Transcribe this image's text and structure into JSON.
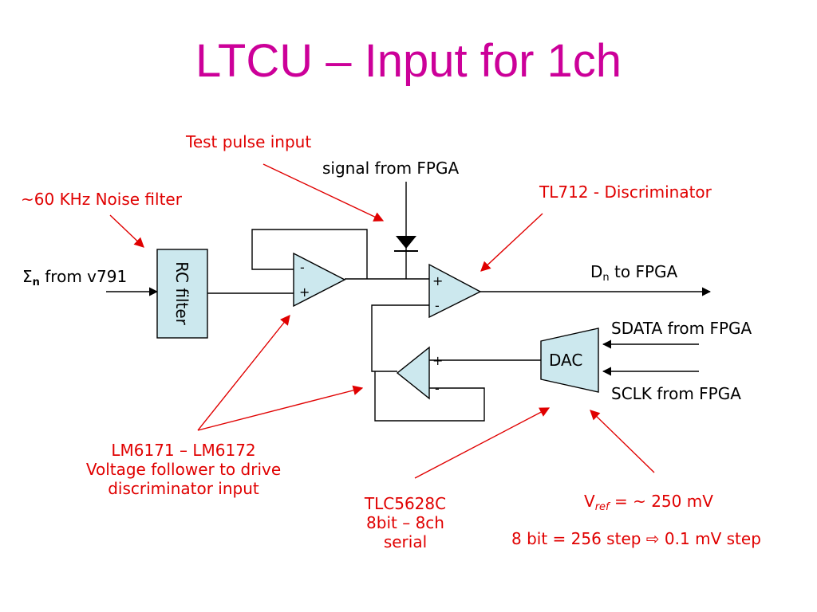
{
  "title": "LTCU – Input for 1ch",
  "labels": {
    "test_pulse": "Test pulse input",
    "signal_fpga": "signal from FPGA",
    "noise_filter": "~60 KHz Noise filter",
    "discriminator": "TL712 - Discriminator",
    "sigma_symbol": "Σ",
    "sigma_sub": "n",
    "sigma_text": " from v791",
    "d_symbol": "D",
    "d_sub": "n",
    "d_text": " to FPGA",
    "rc_filter": "RC filter",
    "dac": "DAC",
    "sdata": "SDATA  from FPGA",
    "sclk": "SCLK from FPGA",
    "lm_line1": "LM6171 – LM6172",
    "lm_line2": "Voltage follower to drive",
    "lm_line3": "discriminator input",
    "tlc_line1": "TLC5628C",
    "tlc_line2": "8bit – 8ch",
    "tlc_line3": "serial",
    "vref_symbol": "V",
    "vref_sub": "ref",
    "vref_text": " = ~ 250 mV",
    "step_a": "8 bit = 256 step ",
    "step_arrow": "⇨",
    "step_b": " 0.1 mV step",
    "amp1_minus": "-",
    "amp1_plus": "+",
    "amp2_plus": "+",
    "amp2_minus": "-",
    "amp3_plus": "+",
    "amp3_minus": "-"
  },
  "colors": {
    "title": "#cc0099",
    "annotation": "#e00000",
    "wire": "#000000",
    "box_fill": "#cce8ee"
  }
}
